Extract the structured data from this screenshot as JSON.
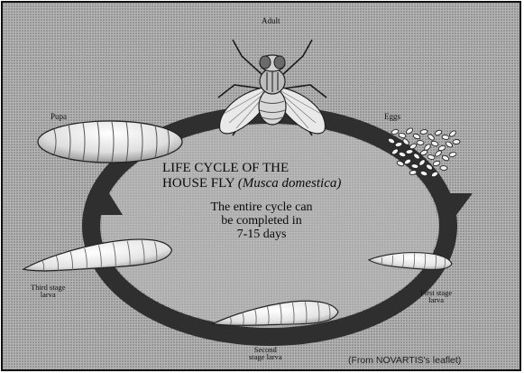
{
  "figure": {
    "title_line1": "LIFE CYCLE OF THE",
    "title_line2_prefix": "HOUSE FLY ",
    "title_line2_species": "(Musca domestica)",
    "subtitle_lines": [
      "The entire cycle can",
      "be completed in",
      "7-15 days"
    ],
    "stage_labels": {
      "adult": "Adult",
      "eggs": "Eggs",
      "pupa": "Pupa",
      "first_larva": [
        "First stage",
        "larva"
      ],
      "second_larva": [
        "Second",
        "stage larva"
      ],
      "third_larva": [
        "Third stage",
        "larva"
      ]
    },
    "credit": "(From NOVARTIS's leaflet)"
  },
  "colors": {
    "background": "#9a9a9a",
    "ring": "#2f2f2f",
    "frame": "#111111",
    "body_light": "#eeeeee"
  }
}
